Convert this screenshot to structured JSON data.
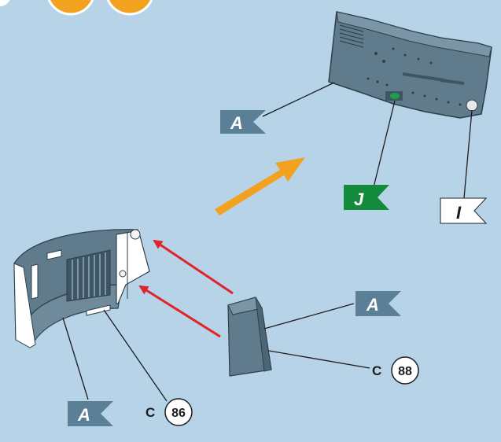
{
  "colors": {
    "background": "#b7d3e8",
    "part_gray": "#5f7b8c",
    "part_dark": "#3f5564",
    "flag_blue": "#5b7f96",
    "flag_green": "#138a3c",
    "flag_white": "#ffffff",
    "arrow_orange": "#f3a21f",
    "arrow_red": "#e0242b",
    "step_badge": "#f3a21f"
  },
  "flags": {
    "flag_a_top": "A",
    "flag_j": "J",
    "flag_i": "I",
    "flag_a_right": "A",
    "flag_a_bottom": "A"
  },
  "callouts": {
    "callout_88": {
      "letter": "C",
      "number": "88"
    },
    "callout_86": {
      "letter": "C",
      "number": "86"
    }
  },
  "icons": {
    "assembly_arrow": "orange-arrow-icon",
    "insert_arrows": "red-arrow-icon",
    "step_badges": "orange-circle-icon"
  }
}
